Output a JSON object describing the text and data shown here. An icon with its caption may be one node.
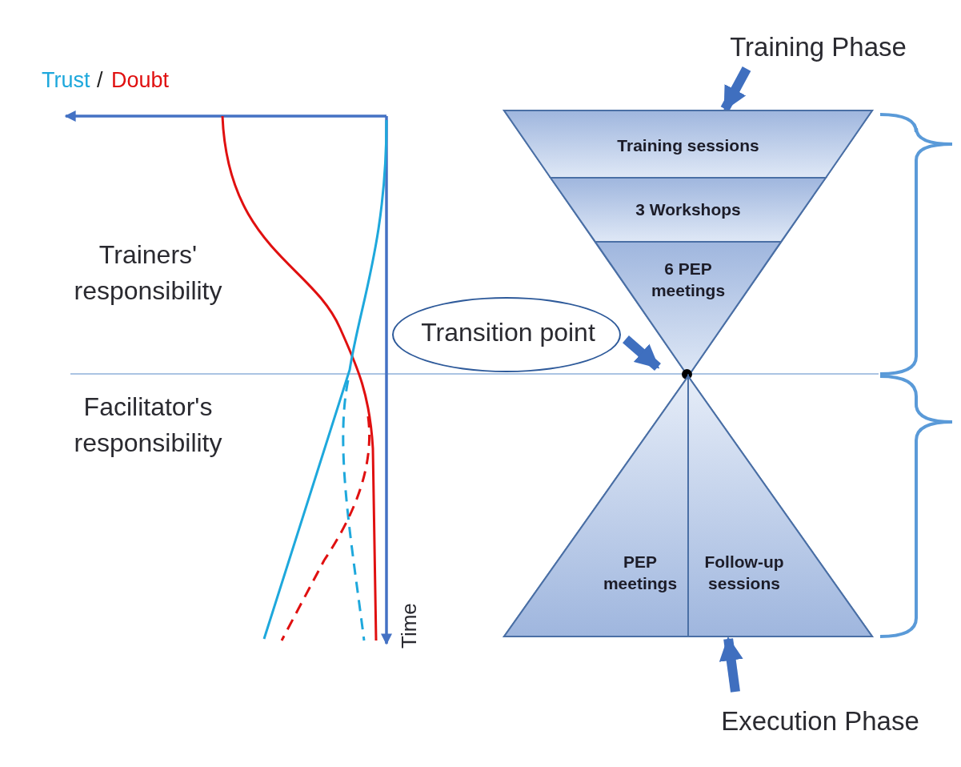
{
  "diagram": {
    "nodes": [
      {
        "text": [
          "Training Phase"
        ]
      },
      {
        "text": [],
        "shape": "triangle"
      },
      {
        "text": [
          "Training sessions"
        ],
        "in": 1
      },
      {
        "text": [
          "3 Workshops"
        ],
        "in": 1
      },
      {
        "text": [
          "6 PEP meetings"
        ],
        "in": 1
      },
      {
        "text": [
          "Transition point"
        ]
      },
      {
        "text": [],
        "shape": "circle"
      },
      {
        "text": [],
        "shape": "triangle"
      },
      {
        "text": [
          "PEP meetings"
        ],
        "in": 7
      },
      {
        "text": [
          "Follow-up sessions"
        ],
        "in": 7
      },
      {
        "text": [
          "Execution Phase"
        ]
      }
    ],
    "edges": [
      {
        "from": 0,
        "to": 1,
        "arrow": "to"
      },
      {
        "from": 5,
        "to": 6,
        "arrow": "to"
      },
      {
        "from": 10,
        "to": 7,
        "arrow": "to"
      }
    ],
    "labels": [
      "Trust",
      "/",
      "Doubt",
      "Trainers' responsibility",
      "Facilitator's responsibility",
      "Time"
    ]
  }
}
